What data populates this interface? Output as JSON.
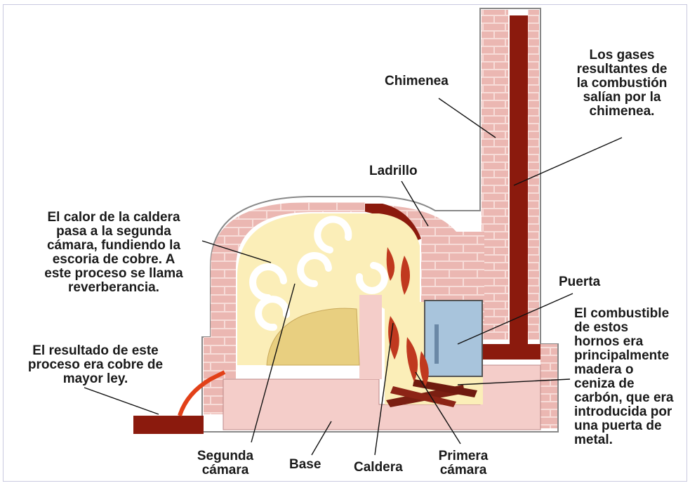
{
  "labels": {
    "chimenea": "Chimenea",
    "gases": "Los gases\nresultantes de\nla combustión\nsalían por la\nchimenea.",
    "ladrillo": "Ladrillo",
    "calor": "El calor de la caldera\npasa a la segunda\ncámara, fundiendo la\nescoria de cobre. A\neste proceso se llama\nreverberancia.",
    "puerta": "Puerta",
    "combustible": "El combustible\nde estos\nhornos era\nprincipalmente\nmadera o\nceniza de\ncarbón, que era\nintroducida por\nuna puerta de\nmetal.",
    "resultado": "El resultado de este\nproceso era cobre de\nmayor ley.",
    "segunda": "Segunda\ncámara",
    "base": "Base",
    "caldera": "Caldera",
    "primera": "Primera\ncámara"
  },
  "colors": {
    "brick": "#ebb7b2",
    "brick_line": "#b5695f",
    "mortar": "#f7dcd8",
    "dark_red": "#8b1a0d",
    "chamber": "#fbeeb8",
    "base": "#f4cdc9",
    "copper": "#e8cf80",
    "flame": "#c0391f",
    "door": "#a8c4dc",
    "outline": "#555555"
  }
}
